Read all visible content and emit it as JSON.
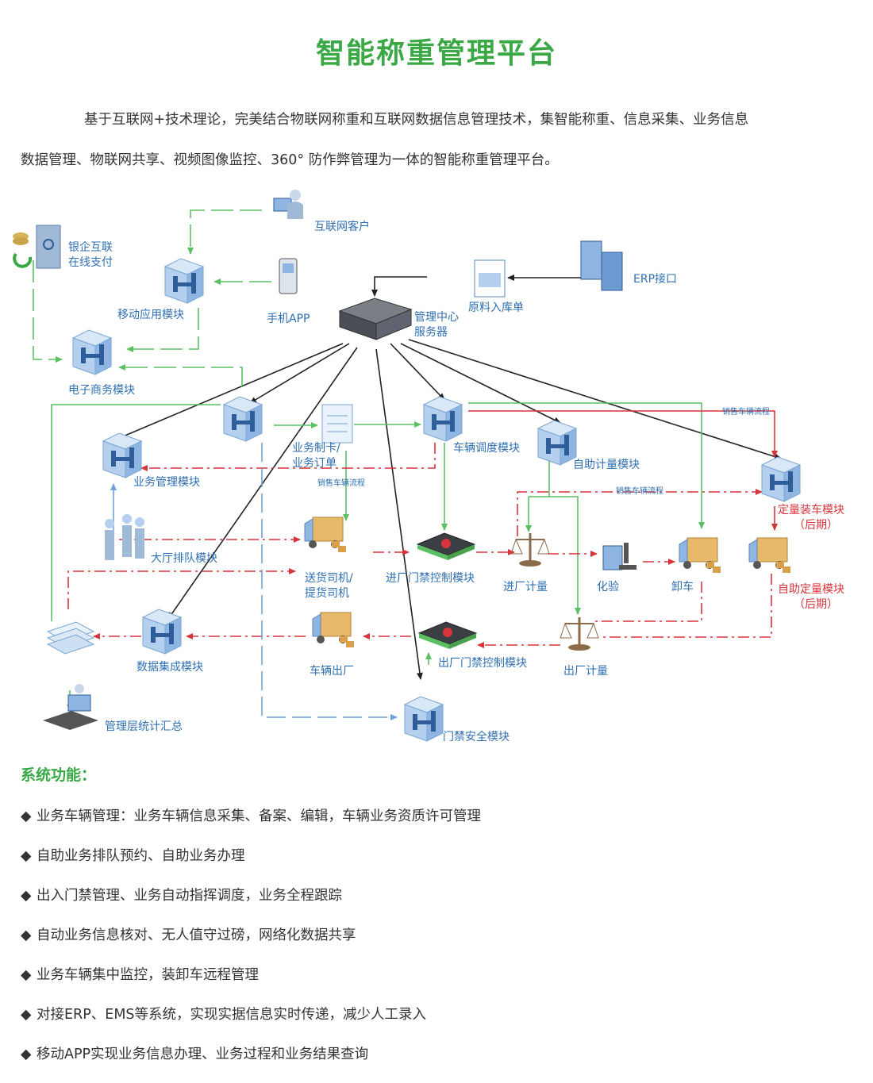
{
  "title": "智能称重管理平台",
  "intro": {
    "line1": "基于互联网+技术理论，完美结合物联网称重和互联网数据信息管理技术，集智能称重、信息采集、业务信息",
    "line2": "数据管理、物联网共享、视频图像监控、360° 防作弊管理为一体的智能称重管理平台。"
  },
  "diagram": {
    "labels": {
      "bank_payment_1": "银企互联",
      "bank_payment_2": "在线支付",
      "internet_customer": "互联网客户",
      "mobile_module": "移动应用模块",
      "phone_app": "手机APP",
      "erp": "ERP接口",
      "raw_material_1": "原料入库单",
      "server_1": "管理中心",
      "server_2": "服务器",
      "ecommerce_module": "电子商务模块",
      "business_card_1": "业务制卡/",
      "business_card_2": "业务订单",
      "sales_flow_1": "销售车辆流程",
      "vehicle_dispatch": "车辆调度模块",
      "sales_flow_2": "销售车辆流程",
      "self_weigh": "自助计量模块",
      "sales_flow_3": "销售车辆流程",
      "business_mgmt": "业务管理模块",
      "quant_loading_1": "定量装车模块",
      "quant_loading_2": "（后期）",
      "hall_queue": "大厅排队模块",
      "driver_1": "送货司机/",
      "driver_2": "提货司机",
      "entry_gate": "进厂门禁控制模块",
      "entry_weigh": "进厂计量",
      "lab_test": "化验",
      "unload": "卸车",
      "self_quant_1": "自助定量模块",
      "self_quant_2": "（后期）",
      "data_integration": "数据集成模块",
      "vehicle_exit": "车辆出厂",
      "exit_gate": "出厂门禁控制模块",
      "exit_weigh": "出厂计量",
      "mgmt_stats": "管理层统计汇总",
      "gate_security": "门禁安全模块"
    }
  },
  "features": {
    "title": "系统功能：",
    "items": [
      "业务车辆管理：业务车辆信息采集、备案、编辑，车辆业务资质许可管理",
      "自助业务排队预约、自助业务办理",
      "出入门禁管理、业务自动指挥调度，业务全程跟踪",
      "自动业务信息核对、无人值守过磅，网络化数据共享",
      "业务车辆集中监控，装卸车远程管理",
      "对接ERP、EMS等系统，实现实据信息实时传递，减少人工录入",
      "移动APP实现业务信息办理、业务过程和业务结果查询"
    ],
    "bullet": "◆"
  },
  "colors": {
    "title_green": "#3aa845",
    "label_blue": "#2e6fb2",
    "label_red": "#d8343b",
    "line_black": "#222222",
    "line_green": "#5cbf63",
    "line_red": "#d8343b",
    "line_blue": "#6fa3d6"
  }
}
